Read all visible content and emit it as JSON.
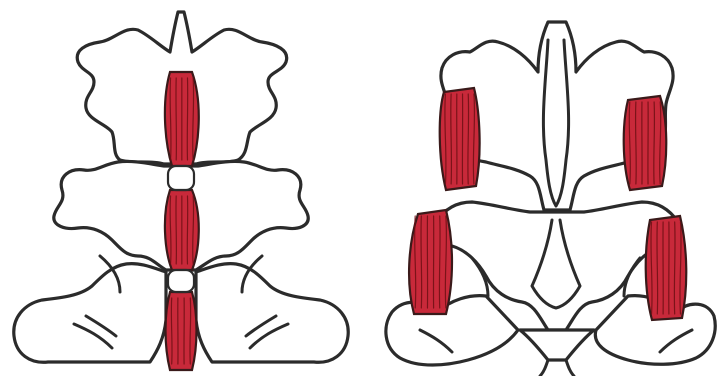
{
  "colors": {
    "background": "#ffffff",
    "outline": "#2b2b2b",
    "muscle_fill": "#c8293a",
    "muscle_fiber": "#6e0f14"
  },
  "panels": [
    {
      "id": "left",
      "content": "vertebrae-with-central-muscle"
    },
    {
      "id": "right",
      "content": "vertebrae-with-lateral-muscles"
    }
  ]
}
